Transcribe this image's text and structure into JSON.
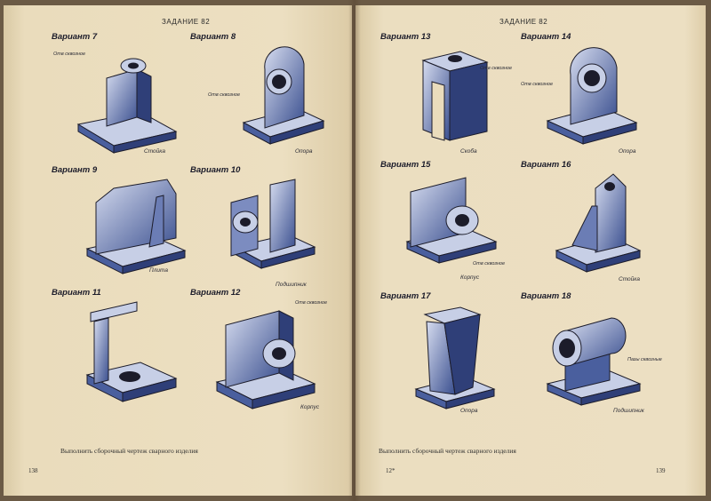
{
  "left_page": {
    "header": "ЗАДАНИЕ 82",
    "instruction": "Выполнить сборочный чертеж сварного изделия",
    "page_number": "138",
    "variants": [
      {
        "label": "Вариант 7",
        "caption": "Стойка",
        "note": "Отв сквозное"
      },
      {
        "label": "Вариант 8",
        "caption": "Опора",
        "note": "Отв сквозное"
      },
      {
        "label": "Вариант 9",
        "caption": "Плита",
        "note": ""
      },
      {
        "label": "Вариант 10",
        "caption": "Подшипник",
        "note": ""
      },
      {
        "label": "Вариант 11",
        "caption": "",
        "note": ""
      },
      {
        "label": "Вариант 12",
        "caption": "Корпус",
        "note": "Отв сквозное"
      }
    ]
  },
  "right_page": {
    "header": "ЗАДАНИЕ 82",
    "instruction": "Выполнить сборочный чертеж сварного изделия",
    "signature": "12*",
    "page_number": "139",
    "variants": [
      {
        "label": "Вариант 13",
        "caption": "Скоба",
        "note": "Отв сквозное"
      },
      {
        "label": "Вариант 14",
        "caption": "Опора",
        "note": "Отв сквозное"
      },
      {
        "label": "Вариант 15",
        "caption": "Корпус",
        "note": "Отв сквозное"
      },
      {
        "label": "Вариант 16",
        "caption": "Стойка",
        "note": ""
      },
      {
        "label": "Вариант 17",
        "caption": "Опора",
        "note": ""
      },
      {
        "label": "Вариант 18",
        "caption": "Подшипник",
        "note": "Пазы сквозные"
      }
    ]
  },
  "colors": {
    "paper": "#eadcbc",
    "ink": "#1c1c2a",
    "shade": "#3a4f8f"
  }
}
